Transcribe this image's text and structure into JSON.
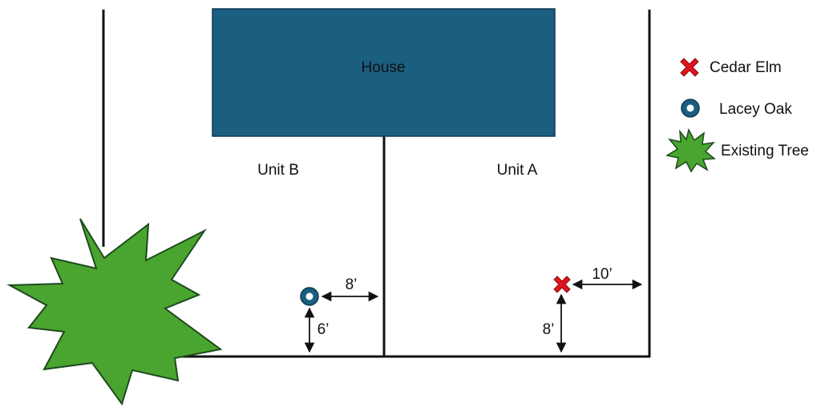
{
  "house": {
    "label": "House",
    "color": "#1a5e80"
  },
  "units": {
    "b_label": "Unit B",
    "a_label": "Unit A"
  },
  "measurements": {
    "oak_to_divider": "8’",
    "oak_to_bottom": "6’",
    "elm_to_right": "10’",
    "elm_to_bottom": "8’"
  },
  "legend": {
    "cedar_elm": "Cedar Elm",
    "lacey_oak": "Lacey Oak",
    "existing_tree": "Existing Tree"
  },
  "colors": {
    "cedar_elm": "#e0141e",
    "lacey_oak": "#1a5e80",
    "existing_tree": "#4aa530",
    "tree_outline": "#1e4a1e"
  }
}
